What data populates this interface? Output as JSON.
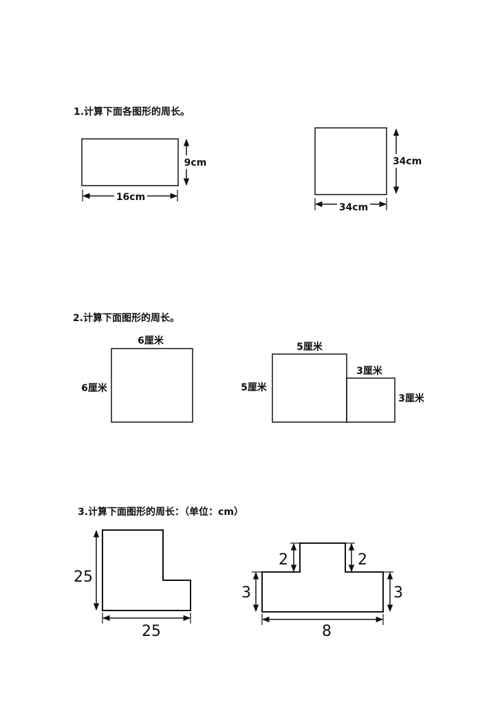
{
  "q1": {
    "title": "1.计算下面各图形的周长。",
    "rect": {
      "width_label": "16cm",
      "height_label": "9cm"
    },
    "square": {
      "width_label": "34cm",
      "height_label": "34cm"
    }
  },
  "q2": {
    "title": "2.计算下面图形的周长。",
    "square": {
      "top_label": "6厘米",
      "left_label": "6厘米"
    },
    "composite": {
      "big_top_label": "5厘米",
      "big_left_label": "5厘米",
      "small_top_label": "3厘米",
      "small_right_label": "3厘米"
    }
  },
  "q3": {
    "title": "3.计算下面图形的周长：（单位：cm）",
    "l_shape": {
      "height_label": "25",
      "width_label": "25"
    },
    "t_shape": {
      "left_step_label": "2",
      "right_step_label": "2",
      "left_base_label": "3",
      "right_base_label": "3",
      "width_label": "8"
    }
  }
}
